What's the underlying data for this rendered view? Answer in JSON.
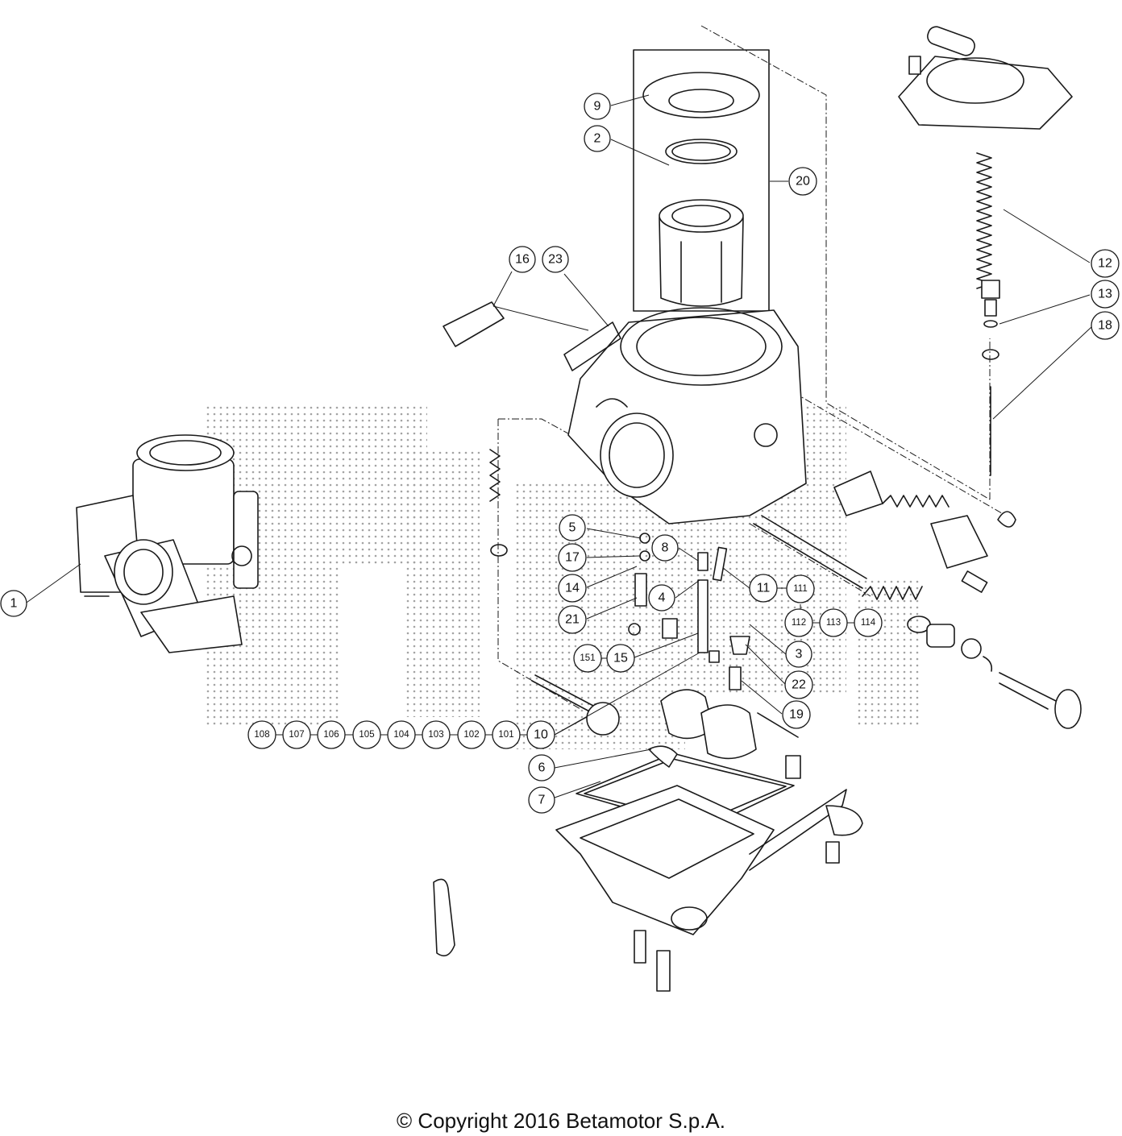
{
  "copyright": "© Copyright 2016 Betamotor S.p.A.",
  "callouts": [
    "1",
    "2",
    "3",
    "4",
    "5",
    "6",
    "7",
    "8",
    "9",
    "10",
    "11",
    "12",
    "13",
    "14",
    "15",
    "16",
    "17",
    "18",
    "19",
    "20",
    "21",
    "22",
    "23",
    "101",
    "102",
    "103",
    "104",
    "105",
    "106",
    "107",
    "108",
    "111",
    "112",
    "113",
    "114",
    "151"
  ],
  "colors": {
    "ink": "#1a1a1a",
    "watermark": "#9a9a9a",
    "background": "#ffffff"
  }
}
